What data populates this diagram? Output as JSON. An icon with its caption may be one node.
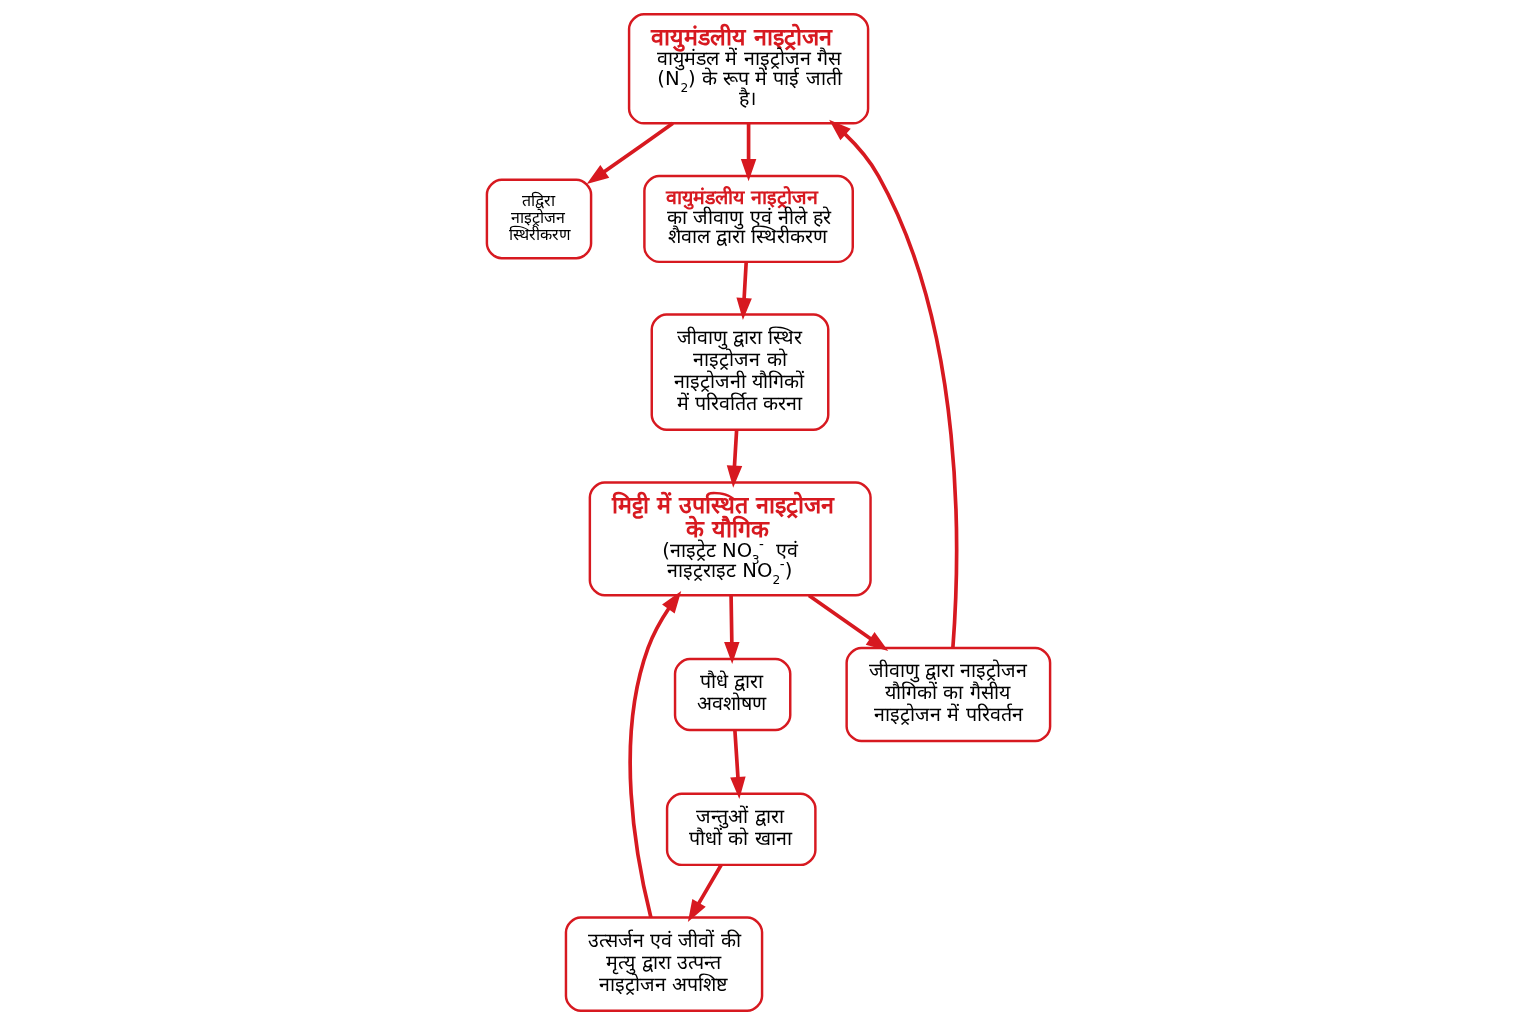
{
  "diagram": {
    "nodes": [
      {
        "text": [
          "वायुमंडलीय नाइट्रोजन",
          "वायुमंडल में नाइट्रोजन गैस (N$_{2}$) के रूप में पाई जाती है।"
        ]
      },
      {
        "text": [
          "तद्विरा नाइट्रोजन स्थिरीकरण"
        ]
      },
      {
        "text": [
          "**वायुमंडलीय नाइट्रोजन** का जीवाणु एवं नीले हरे शैवाल द्वारा स्थिरीकरण"
        ]
      },
      {
        "text": [
          "पौधे द्वारा अवशोषण"
        ]
      },
      {
        "text": [
          "जन्तुओं द्वारा पौधों को खाना"
        ]
      },
      {
        "text": [
          "जीवाणु द्वारा नाइट्रोजन यौगिकों का गैसीय नाइट्रोजन में परिवर्तन"
        ]
      },
      {
        "text": [
          "जीवाणु द्वारा स्थिर नाइट्रोजन को नाइट्रोजनी यौगिकों में परिवर्तित करना"
        ]
      },
      {
        "text": [
          "उत्सर्जन एवं जीवों की मृत्यु द्वारा उत्पन्त नाइट्रोजन अपशिष्ट"
        ]
      },
      {
        "text": [
          "मिट्टी में उपस्थित नाइट्रोजन के यौगिक",
          "(नाइट्रेट NO$_{3}$$^{-}$ एवं नाइट्रराइट NO$_{2}$$^{-}$)"
        ]
      }
    ],
    "edges": [
      {
        "from": 0,
        "to": 2,
        "arrow": "to"
      },
      {
        "from": 0,
        "to": 1,
        "arrow": "to"
      },
      {
        "from": 2,
        "to": 6,
        "arrow": "to"
      },
      {
        "from": 6,
        "to": 8,
        "arrow": "to"
      },
      {
        "from": 8,
        "to": 3,
        "arrow": "to"
      },
      {
        "from": 3,
        "to": 4,
        "arrow": "to"
      },
      {
        "from": 4,
        "to": 7,
        "arrow": "to"
      },
      {
        "from": 7,
        "to": 8,
        "arrow": "to"
      },
      {
        "from": 8,
        "to": 5,
        "arrow": "to"
      },
      {
        "from": 5,
        "to": 0,
        "arrow": "to"
      }
    ]
  }
}
